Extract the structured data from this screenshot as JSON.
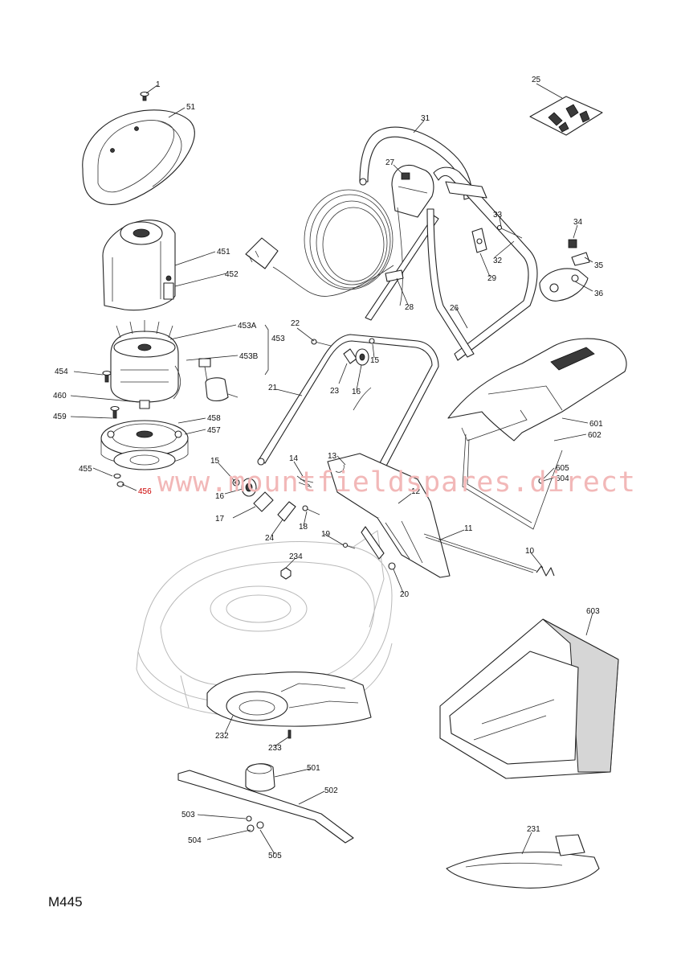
{
  "model_code": "M445",
  "watermark": "www.mountfieldspares.direct",
  "parts": [
    {
      "id": "p1",
      "label": "1"
    },
    {
      "id": "p51",
      "label": "51"
    },
    {
      "id": "p25",
      "label": "25"
    },
    {
      "id": "p31",
      "label": "31"
    },
    {
      "id": "p27",
      "label": "27"
    },
    {
      "id": "p33",
      "label": "33"
    },
    {
      "id": "p34",
      "label": "34"
    },
    {
      "id": "p35",
      "label": "35"
    },
    {
      "id": "p36",
      "label": "36"
    },
    {
      "id": "p32",
      "label": "32"
    },
    {
      "id": "p29",
      "label": "29"
    },
    {
      "id": "p451",
      "label": "451"
    },
    {
      "id": "p452",
      "label": "452"
    },
    {
      "id": "p28",
      "label": "28"
    },
    {
      "id": "p26",
      "label": "26"
    },
    {
      "id": "p453A",
      "label": "453A"
    },
    {
      "id": "p453",
      "label": "453"
    },
    {
      "id": "p453B",
      "label": "453B"
    },
    {
      "id": "p22",
      "label": "22"
    },
    {
      "id": "p454",
      "label": "454"
    },
    {
      "id": "p23",
      "label": "23"
    },
    {
      "id": "p16a",
      "label": "16"
    },
    {
      "id": "p15a",
      "label": "15"
    },
    {
      "id": "p21",
      "label": "21"
    },
    {
      "id": "p460",
      "label": "460"
    },
    {
      "id": "p459",
      "label": "459"
    },
    {
      "id": "p458",
      "label": "458"
    },
    {
      "id": "p457",
      "label": "457"
    },
    {
      "id": "p601",
      "label": "601"
    },
    {
      "id": "p602",
      "label": "602"
    },
    {
      "id": "p13",
      "label": "13"
    },
    {
      "id": "p15b",
      "label": "15"
    },
    {
      "id": "p14",
      "label": "14"
    },
    {
      "id": "p455",
      "label": "455"
    },
    {
      "id": "p456",
      "label": "456"
    },
    {
      "id": "p605",
      "label": "605"
    },
    {
      "id": "p604",
      "label": "604"
    },
    {
      "id": "p16b",
      "label": "16"
    },
    {
      "id": "p12",
      "label": "12"
    },
    {
      "id": "p17",
      "label": "17"
    },
    {
      "id": "p18",
      "label": "18"
    },
    {
      "id": "p24",
      "label": "24"
    },
    {
      "id": "p11",
      "label": "11"
    },
    {
      "id": "p19",
      "label": "19"
    },
    {
      "id": "p234",
      "label": "234"
    },
    {
      "id": "p10",
      "label": "10"
    },
    {
      "id": "p20",
      "label": "20"
    },
    {
      "id": "p603",
      "label": "603"
    },
    {
      "id": "p232",
      "label": "232"
    },
    {
      "id": "p233",
      "label": "233"
    },
    {
      "id": "p501",
      "label": "501"
    },
    {
      "id": "p502",
      "label": "502"
    },
    {
      "id": "p503",
      "label": "503"
    },
    {
      "id": "p504",
      "label": "504"
    },
    {
      "id": "p505",
      "label": "505"
    },
    {
      "id": "p231",
      "label": "231"
    }
  ],
  "colors": {
    "ink": "#222222",
    "watermark": "#f2b8b8",
    "highlight": "#cc0000"
  }
}
